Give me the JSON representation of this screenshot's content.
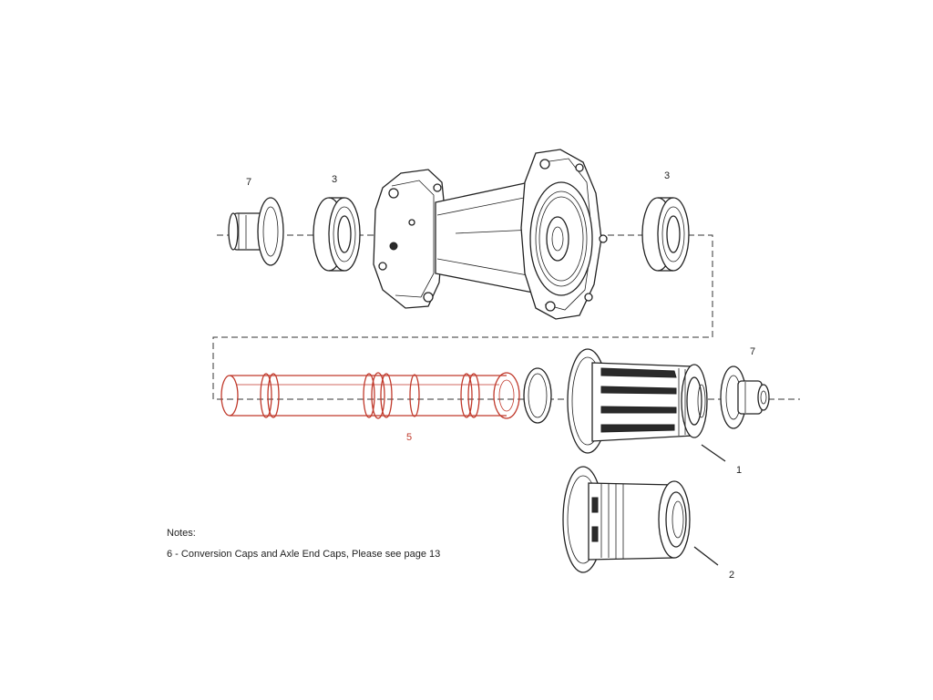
{
  "callouts": {
    "left_end_cap": "7",
    "left_bearing": "3",
    "right_bearing": "3",
    "right_end_cap": "7",
    "axle": "5",
    "freehub_a": "1",
    "freehub_b": "2"
  },
  "notes": {
    "heading": "Notes:",
    "line1": "6 - Conversion Caps and Axle End Caps, Please see page 13"
  },
  "colors": {
    "line": "#222222",
    "highlight_axle": "#c0392b",
    "background": "#ffffff"
  }
}
